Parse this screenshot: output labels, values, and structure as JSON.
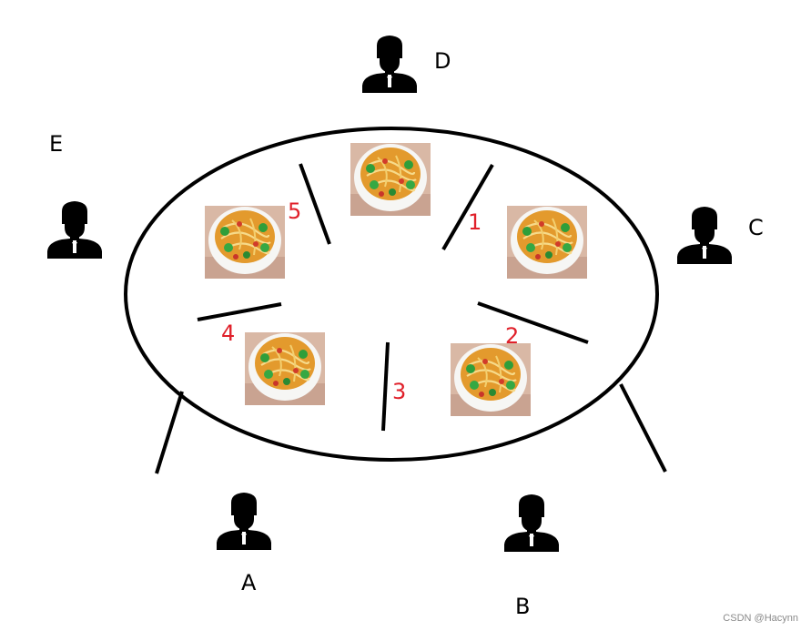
{
  "people": [
    {
      "id": "D",
      "label": "D"
    },
    {
      "id": "E",
      "label": "E"
    },
    {
      "id": "C",
      "label": "C"
    },
    {
      "id": "A",
      "label": "A"
    },
    {
      "id": "B",
      "label": "B"
    }
  ],
  "chopsticks": [
    {
      "id": "1",
      "label": "1"
    },
    {
      "id": "2",
      "label": "2"
    },
    {
      "id": "3",
      "label": "3"
    },
    {
      "id": "4",
      "label": "4"
    },
    {
      "id": "5",
      "label": "5"
    }
  ],
  "bowls": [
    {
      "id": "bowl-top",
      "icon": "noodle-bowl-icon"
    },
    {
      "id": "bowl-upper-left",
      "icon": "noodle-bowl-icon"
    },
    {
      "id": "bowl-upper-right",
      "icon": "noodle-bowl-icon"
    },
    {
      "id": "bowl-lower-left",
      "icon": "noodle-bowl-icon"
    },
    {
      "id": "bowl-lower-right",
      "icon": "noodle-bowl-icon"
    }
  ],
  "colors": {
    "chopstick_label": "#e0202a",
    "outline": "#000000"
  },
  "watermark": "CSDN @Hacynn"
}
